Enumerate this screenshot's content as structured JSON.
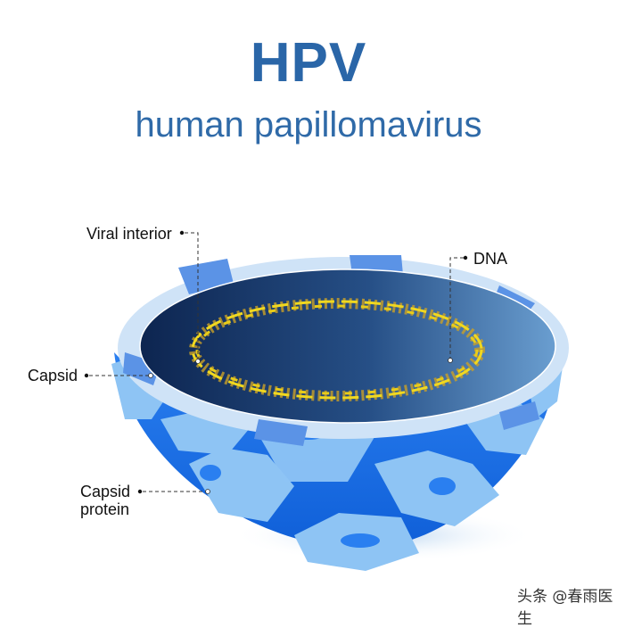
{
  "title": {
    "main": "HPV",
    "subtitle": "human papillomavirus"
  },
  "labels": {
    "viral_interior": "Viral interior",
    "dna": "DNA",
    "capsid": "Capsid",
    "capsid_protein_line1": "Capsid",
    "capsid_protein_line2": "protein"
  },
  "watermark": "头条 @春雨医生",
  "colors": {
    "title": "#2a66a8",
    "interior_dark": "#0f2a55",
    "interior_light": "#5b8fc6",
    "rim_light": "#cfe3f7",
    "rim_mid": "#5b93e6",
    "capsid_blue": "#1f6fe6",
    "capsid_protein": "#8ec4f4",
    "dna_yellow": "#f0d820"
  }
}
